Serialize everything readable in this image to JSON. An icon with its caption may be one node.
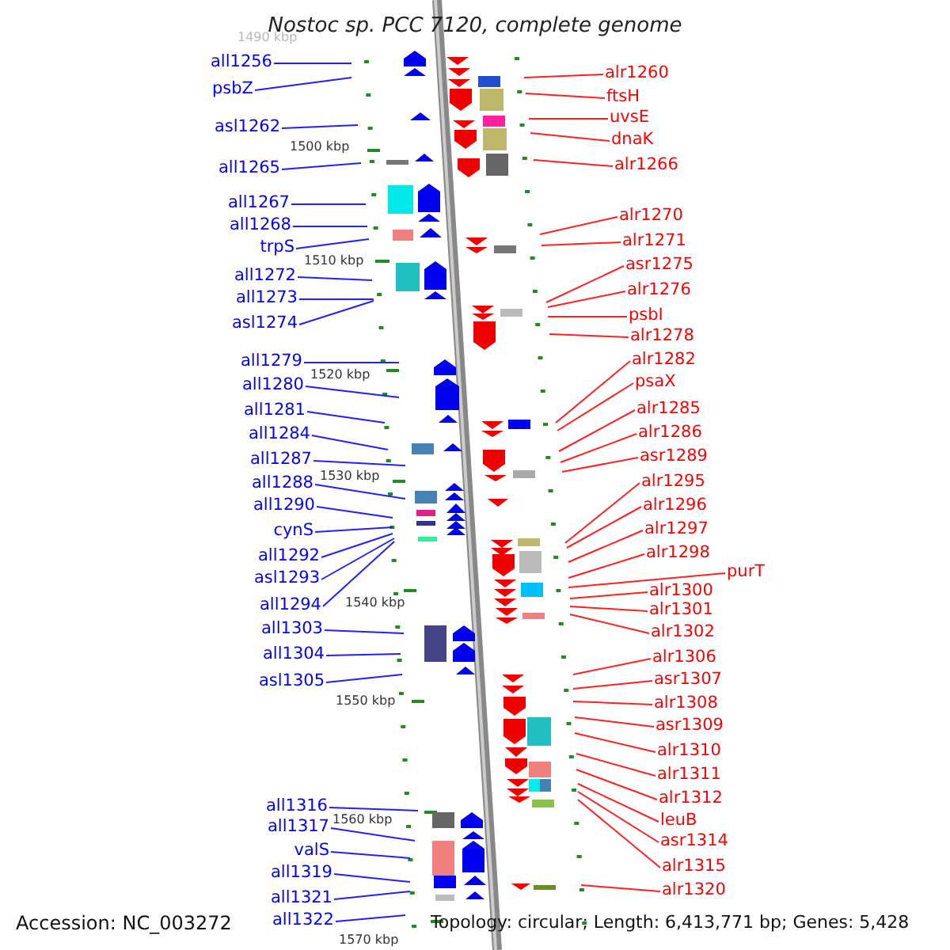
{
  "diagram": {
    "title": "Nostoc sp. PCC 7120, complete genome",
    "nodes": [
      {
        "text": [
          "all1256"
        ]
      },
      {
        "text": [
          "psbZ"
        ]
      },
      {
        "text": [
          "asl1262"
        ]
      },
      {
        "text": [
          "all1265"
        ]
      },
      {
        "text": [
          "all1267"
        ]
      },
      {
        "text": [
          "all1268"
        ]
      },
      {
        "text": [
          "trpS"
        ]
      },
      {
        "text": [
          "all1272"
        ]
      },
      {
        "text": [
          "all1273"
        ]
      },
      {
        "text": [
          "asl1274"
        ]
      },
      {
        "text": [
          "all1279"
        ]
      },
      {
        "text": [
          "all1280"
        ]
      },
      {
        "text": [
          "all1281"
        ]
      },
      {
        "text": [
          "all1284"
        ]
      },
      {
        "text": [
          "all1287"
        ]
      },
      {
        "text": [
          "all1288"
        ]
      },
      {
        "text": [
          "all1290"
        ]
      },
      {
        "text": [
          "cynS"
        ]
      },
      {
        "text": [
          "all1292"
        ]
      },
      {
        "text": [
          "asl1293"
        ]
      },
      {
        "text": [
          "all1294"
        ]
      },
      {
        "text": [
          "all1303"
        ]
      },
      {
        "text": [
          "all1304"
        ]
      },
      {
        "text": [
          "asl1305"
        ]
      },
      {
        "text": [
          "all1316"
        ]
      },
      {
        "text": [
          "all1317"
        ]
      },
      {
        "text": [
          "valS"
        ]
      },
      {
        "text": [
          "all1319"
        ]
      },
      {
        "text": [
          "all1321"
        ]
      },
      {
        "text": [
          "all1322"
        ]
      },
      {
        "text": [
          "alr1260"
        ]
      },
      {
        "text": [
          "ftsH"
        ]
      },
      {
        "text": [
          "uvsE"
        ]
      },
      {
        "text": [
          "dnaK"
        ]
      },
      {
        "text": [
          "alr1266"
        ]
      },
      {
        "text": [
          "alr1270"
        ]
      },
      {
        "text": [
          "alr1271"
        ]
      },
      {
        "text": [
          "asr1275"
        ]
      },
      {
        "text": [
          "alr1276"
        ]
      },
      {
        "text": [
          "psbI"
        ]
      },
      {
        "text": [
          "alr1278"
        ]
      },
      {
        "text": [
          "alr1282"
        ]
      },
      {
        "text": [
          "psaX"
        ]
      },
      {
        "text": [
          "alr1285"
        ]
      },
      {
        "text": [
          "alr1286"
        ]
      },
      {
        "text": [
          "asr1289"
        ]
      },
      {
        "text": [
          "alr1295"
        ]
      },
      {
        "text": [
          "alr1296"
        ]
      },
      {
        "text": [
          "alr1297"
        ]
      },
      {
        "text": [
          "alr1298"
        ]
      },
      {
        "text": [
          "purT"
        ]
      },
      {
        "text": [
          "alr1300"
        ]
      },
      {
        "text": [
          "alr1301"
        ]
      },
      {
        "text": [
          "alr1302"
        ]
      },
      {
        "text": [
          "alr1306"
        ]
      },
      {
        "text": [
          "asr1307"
        ]
      },
      {
        "text": [
          "alr1308"
        ]
      },
      {
        "text": [
          "asr1309"
        ]
      },
      {
        "text": [
          "alr1310"
        ]
      },
      {
        "text": [
          "alr1311"
        ]
      },
      {
        "text": [
          "alr1312"
        ]
      },
      {
        "text": [
          "leuB"
        ]
      },
      {
        "text": [
          "asr1314"
        ]
      },
      {
        "text": [
          "alr1315"
        ]
      },
      {
        "text": [
          "alr1320"
        ]
      }
    ],
    "edges": [
      {
        "from": 0,
        "to": null,
        "arrow": "none",
        "color": "#2020ff"
      },
      {
        "from": 1,
        "to": null,
        "arrow": "none",
        "color": "#2020ff"
      },
      {
        "from": 2,
        "to": null,
        "arrow": "none",
        "color": "#2020ff"
      },
      {
        "from": 3,
        "to": null,
        "arrow": "none",
        "color": "#2020ff"
      },
      {
        "from": 4,
        "to": null,
        "arrow": "none",
        "color": "#2020ff"
      },
      {
        "from": 5,
        "to": null,
        "arrow": "none",
        "color": "#2020ff"
      },
      {
        "from": 6,
        "to": null,
        "arrow": "none",
        "color": "#2020ff"
      },
      {
        "from": 7,
        "to": null,
        "arrow": "none",
        "color": "#2020ff"
      },
      {
        "from": 8,
        "to": null,
        "arrow": "none",
        "color": "#2020ff"
      },
      {
        "from": 9,
        "to": null,
        "arrow": "none",
        "color": "#2020ff"
      },
      {
        "from": 10,
        "to": null,
        "arrow": "none",
        "color": "#2020ff"
      },
      {
        "from": 11,
        "to": null,
        "arrow": "none",
        "color": "#2020ff"
      },
      {
        "from": 12,
        "to": null,
        "arrow": "none",
        "color": "#2020ff"
      },
      {
        "from": 13,
        "to": null,
        "arrow": "none",
        "color": "#2020ff"
      },
      {
        "from": 14,
        "to": null,
        "arrow": "none",
        "color": "#2020ff"
      },
      {
        "from": 15,
        "to": null,
        "arrow": "none",
        "color": "#2020ff"
      },
      {
        "from": 16,
        "to": null,
        "arrow": "none",
        "color": "#2020ff"
      },
      {
        "from": 17,
        "to": null,
        "arrow": "none",
        "color": "#2020ff"
      },
      {
        "from": 18,
        "to": null,
        "arrow": "none",
        "color": "#2020ff"
      },
      {
        "from": 19,
        "to": null,
        "arrow": "none",
        "color": "#2020ff"
      },
      {
        "from": 20,
        "to": null,
        "arrow": "none",
        "color": "#2020ff"
      },
      {
        "from": 21,
        "to": null,
        "arrow": "none",
        "color": "#2020ff"
      },
      {
        "from": 22,
        "to": null,
        "arrow": "none",
        "color": "#2020ff"
      },
      {
        "from": 23,
        "to": null,
        "arrow": "none",
        "color": "#2020ff"
      },
      {
        "from": 24,
        "to": null,
        "arrow": "none",
        "color": "#2020ff"
      },
      {
        "from": 25,
        "to": null,
        "arrow": "none",
        "color": "#2020ff"
      },
      {
        "from": 26,
        "to": null,
        "arrow": "none",
        "color": "#2020ff"
      },
      {
        "from": 27,
        "to": null,
        "arrow": "none",
        "color": "#2020ff"
      },
      {
        "from": 28,
        "to": null,
        "arrow": "none",
        "color": "#2020ff"
      },
      {
        "from": 29,
        "to": null,
        "arrow": "none",
        "color": "#2020ff"
      },
      {
        "from": 30,
        "to": null,
        "arrow": "none",
        "color": "#ff2020"
      },
      {
        "from": 31,
        "to": null,
        "arrow": "none",
        "color": "#ff2020"
      },
      {
        "from": 32,
        "to": null,
        "arrow": "none",
        "color": "#ff2020"
      },
      {
        "from": 33,
        "to": null,
        "arrow": "none",
        "color": "#ff2020"
      },
      {
        "from": 34,
        "to": null,
        "arrow": "none",
        "color": "#ff2020"
      },
      {
        "from": 35,
        "to": null,
        "arrow": "none",
        "color": "#ff2020"
      },
      {
        "from": 36,
        "to": null,
        "arrow": "none",
        "color": "#ff2020"
      },
      {
        "from": 37,
        "to": null,
        "arrow": "none",
        "color": "#ff2020"
      },
      {
        "from": 38,
        "to": null,
        "arrow": "none",
        "color": "#ff2020"
      },
      {
        "from": 39,
        "to": null,
        "arrow": "none",
        "color": "#ff2020"
      },
      {
        "from": 40,
        "to": null,
        "arrow": "none",
        "color": "#ff2020"
      },
      {
        "from": 41,
        "to": null,
        "arrow": "none",
        "color": "#ff2020"
      },
      {
        "from": 42,
        "to": null,
        "arrow": "none",
        "color": "#ff2020"
      },
      {
        "from": 43,
        "to": null,
        "arrow": "none",
        "color": "#ff2020"
      },
      {
        "from": 44,
        "to": null,
        "arrow": "none",
        "color": "#ff2020"
      },
      {
        "from": 45,
        "to": null,
        "arrow": "none",
        "color": "#ff2020"
      },
      {
        "from": 46,
        "to": null,
        "arrow": "none",
        "color": "#ff2020"
      },
      {
        "from": 47,
        "to": null,
        "arrow": "none",
        "color": "#ff2020"
      },
      {
        "from": 48,
        "to": null,
        "arrow": "none",
        "color": "#ff2020"
      },
      {
        "from": 49,
        "to": null,
        "arrow": "none",
        "color": "#ff2020"
      },
      {
        "from": 50,
        "to": null,
        "arrow": "none",
        "color": "#ff2020"
      },
      {
        "from": 51,
        "to": null,
        "arrow": "none",
        "color": "#ff2020"
      },
      {
        "from": 52,
        "to": null,
        "arrow": "none",
        "color": "#ff2020"
      },
      {
        "from": 53,
        "to": null,
        "arrow": "none",
        "color": "#ff2020"
      },
      {
        "from": 54,
        "to": null,
        "arrow": "none",
        "color": "#ff2020"
      },
      {
        "from": 55,
        "to": null,
        "arrow": "none",
        "color": "#ff2020"
      },
      {
        "from": 56,
        "to": null,
        "arrow": "none",
        "color": "#ff2020"
      },
      {
        "from": 57,
        "to": null,
        "arrow": "none",
        "color": "#ff2020"
      },
      {
        "from": 58,
        "to": null,
        "arrow": "none",
        "color": "#ff2020"
      },
      {
        "from": 59,
        "to": null,
        "arrow": "none",
        "color": "#ff2020"
      },
      {
        "from": 60,
        "to": null,
        "arrow": "none",
        "color": "#ff2020"
      },
      {
        "from": 61,
        "to": null,
        "arrow": "none",
        "color": "#ff2020"
      },
      {
        "from": 62,
        "to": null,
        "arrow": "none",
        "color": "#ff2020"
      },
      {
        "from": 63,
        "to": null,
        "arrow": "none",
        "color": "#ff2020"
      },
      {
        "from": 64,
        "to": null,
        "arrow": "none",
        "color": "#ff2020"
      }
    ],
    "labels": [
      "1490 kbp",
      "1500 kbp",
      "1510 kbp",
      "1520 kbp",
      "1530 kbp",
      "1540 kbp",
      "1550 kbp",
      "1560 kbp",
      "1570 kbp",
      "Accession: NC_003272",
      "Topology: circular; Length: 6,413,771 bp; Genes: 5,428"
    ]
  }
}
